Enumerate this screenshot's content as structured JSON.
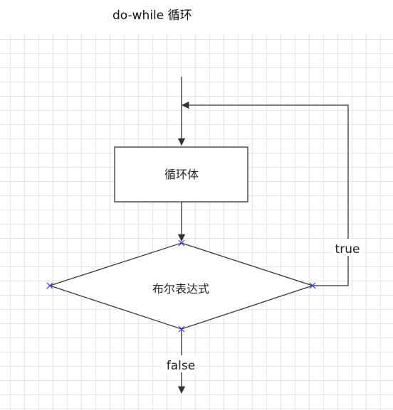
{
  "title": "do-while 循环",
  "nodes": {
    "loop_body": "循环体",
    "condition": "布尔表达式"
  },
  "edges": {
    "true_label": "true",
    "false_label": "false"
  },
  "colors": {
    "line": "#333333",
    "connection_point": "#3333ff",
    "grid": "#e5e5e5"
  }
}
